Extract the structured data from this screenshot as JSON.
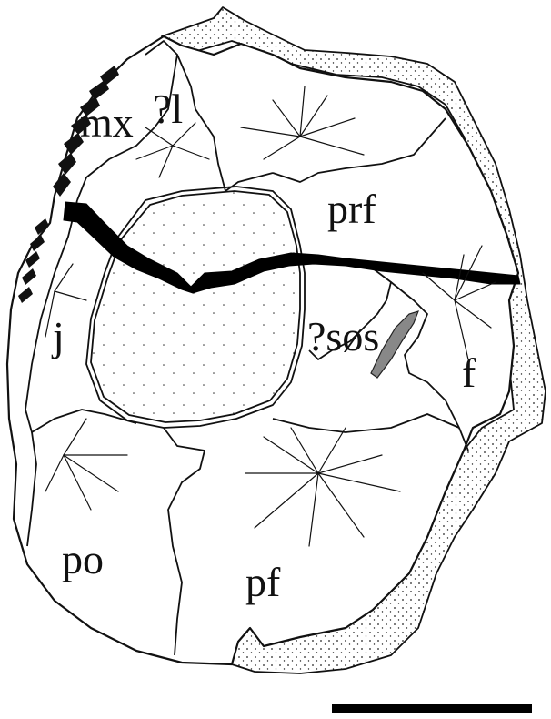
{
  "labels": {
    "mx": "mx",
    "l": "?l",
    "prf": "prf",
    "j": "j",
    "sos": "?søs",
    "f": "f",
    "po": "po",
    "pf": "pf"
  },
  "colors": {
    "ink": "#111111",
    "background": "#ffffff",
    "stipple": "#222222"
  }
}
